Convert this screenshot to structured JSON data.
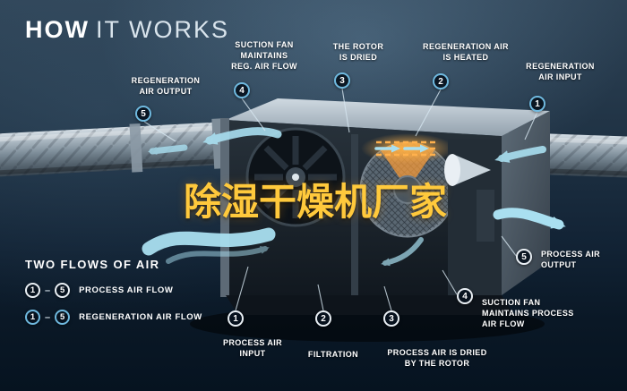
{
  "title": {
    "bold": "HOW",
    "light": "IT WORKS"
  },
  "watermark": "除湿干燥机厂家",
  "colors": {
    "background_top": "#2e4356",
    "background_bottom": "#061320",
    "flow_accent": "#a9dff0",
    "heater_accent": "#ff9a2e",
    "watermark_color": "#ffc93c",
    "process_circle_border": "#e9eff4",
    "regeneration_circle_border": "#6fb9df"
  },
  "callouts": [
    {
      "num": "5",
      "label": "REGENERATION\nAIR OUTPUT",
      "flow": "regeneration"
    },
    {
      "num": "4",
      "label": "SUCTION FAN\nMAINTAINS\nREG. AIR FLOW",
      "flow": "regeneration"
    },
    {
      "num": "3",
      "label": "THE ROTOR\nIS DRIED",
      "flow": "regeneration"
    },
    {
      "num": "2",
      "label": "REGENERATION AIR\nIS HEATED",
      "flow": "regeneration"
    },
    {
      "num": "1",
      "label": "REGENERATION\nAIR INPUT",
      "flow": "regeneration"
    },
    {
      "num": "5",
      "label": "PROCESS AIR\nOUTPUT",
      "flow": "process"
    },
    {
      "num": "4",
      "label": "SUCTION FAN\nMAINTAINS PROCESS\nAIR FLOW",
      "flow": "process"
    },
    {
      "num": "3",
      "label": "PROCESS AIR IS DRIED\nBY THE ROTOR",
      "flow": "process"
    },
    {
      "num": "2",
      "label": "FILTRATION",
      "flow": "process"
    },
    {
      "num": "1",
      "label": "PROCESS AIR\nINPUT",
      "flow": "process"
    }
  ],
  "legend": {
    "title": "TWO FLOWS OF AIR",
    "dash": "–",
    "rows": [
      {
        "from": "1",
        "to": "5",
        "label": "PROCESS AIR FLOW",
        "flow": "process"
      },
      {
        "from": "1",
        "to": "5",
        "label": "REGENERATION AIR FLOW",
        "flow": "regeneration"
      }
    ]
  }
}
